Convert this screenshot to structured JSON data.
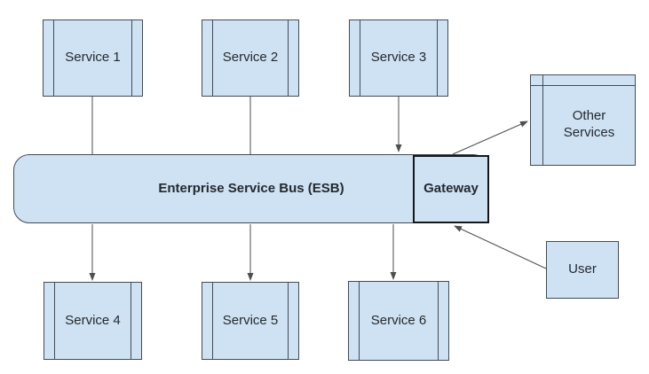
{
  "colors": {
    "box_fill": "#cfe2f3",
    "box_border": "#424c56",
    "connector": "#4e4e4e",
    "text": "#24292e",
    "gateway_border": "#14171a"
  },
  "nodes": {
    "service_1": {
      "label": "Service 1"
    },
    "service_2": {
      "label": "Service 2"
    },
    "service_3": {
      "label": "Service 3"
    },
    "service_4": {
      "label": "Service 4"
    },
    "service_5": {
      "label": "Service 5"
    },
    "service_6": {
      "label": "Service 6"
    },
    "esb": {
      "label": "Enterprise Service Bus (ESB)"
    },
    "gateway": {
      "label": "Gateway"
    },
    "other_services": {
      "label": "Other Services"
    },
    "user": {
      "label": "User"
    }
  },
  "edges": [
    {
      "from": "service_1",
      "to": "esb",
      "arrow": "none"
    },
    {
      "from": "service_2",
      "to": "esb",
      "arrow": "none"
    },
    {
      "from": "service_3",
      "to": "esb",
      "arrow": "to"
    },
    {
      "from": "esb",
      "to": "service_4",
      "arrow": "to"
    },
    {
      "from": "esb",
      "to": "service_5",
      "arrow": "to"
    },
    {
      "from": "esb",
      "to": "service_6",
      "arrow": "to"
    },
    {
      "from": "gateway",
      "to": "other_services",
      "arrow": "to"
    },
    {
      "from": "user",
      "to": "gateway",
      "arrow": "to"
    }
  ]
}
